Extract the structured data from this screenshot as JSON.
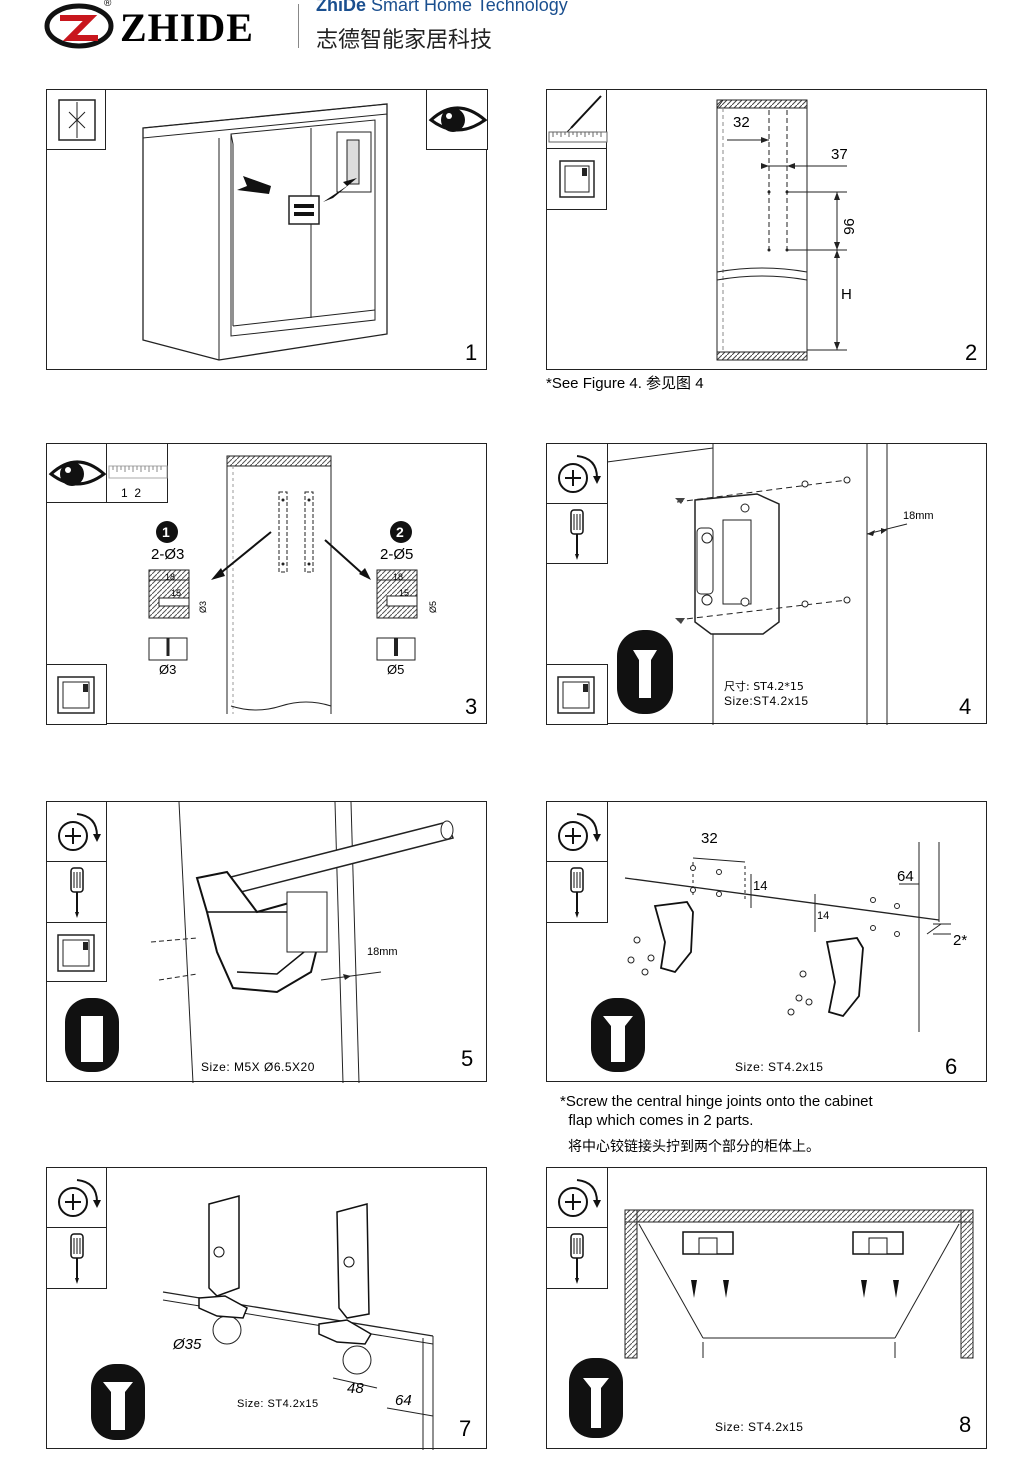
{
  "header": {
    "brand": "ZHIDE",
    "reg_mark": "®",
    "subtitle_en_bold": "ZhiDe",
    "subtitle_en_rest": " Smart Home Technology",
    "subtitle_cn": "志德智能家居科技"
  },
  "figures": [
    {
      "number": "1"
    },
    {
      "number": "2",
      "dims": {
        "a": "32",
        "b": "37",
        "c": "96",
        "d": "H"
      },
      "note": "*See Figure 4. 参见图 4"
    },
    {
      "number": "3",
      "ruler_label": "1  2",
      "step1": {
        "badge": "1",
        "label": "2-Ø3",
        "d1": "18",
        "d2": "15",
        "dia": "Ø3",
        "drill": "Ø3"
      },
      "step2": {
        "badge": "2",
        "label": "2-Ø5",
        "d1": "18",
        "d2": "15",
        "dia": "Ø5",
        "drill": "Ø5"
      }
    },
    {
      "number": "4",
      "dim": "18mm",
      "size_cn": "尺寸: ST4.2*15",
      "size": "Size:ST4.2x15"
    },
    {
      "number": "5",
      "dim": "18mm",
      "size": "Size: M5X Ø6.5X20"
    },
    {
      "number": "6",
      "dims": {
        "a": "32",
        "b": "14",
        "c": "14",
        "d": "64",
        "e": "2*"
      },
      "size": "Size: ST4.2x15",
      "note_en": "*Screw the central hinge joints onto the cabinet\n  flap which comes in 2 parts.",
      "note_cn": "将中心铰链接头拧到两个部分的柜体上。"
    },
    {
      "number": "7",
      "dims": {
        "a": "Ø35",
        "b": "48",
        "c": "64"
      },
      "size": "Size: ST4.2x15"
    },
    {
      "number": "8",
      "size": "Size: ST4.2x15"
    }
  ]
}
